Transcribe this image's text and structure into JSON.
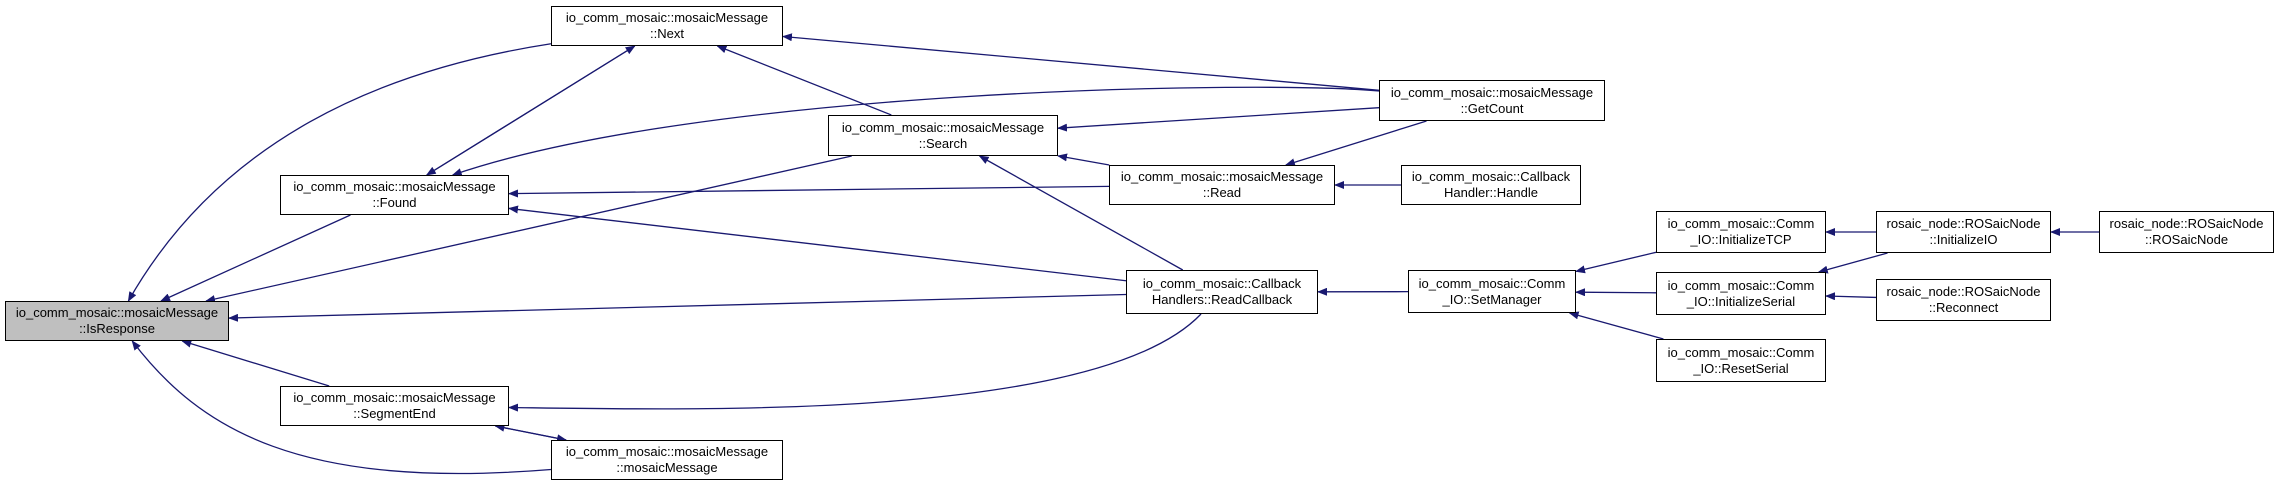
{
  "colors": {
    "edge": "#191970",
    "node_border": "#000000",
    "root_fill": "#bfbfbf",
    "node_fill": "#ffffff"
  },
  "nodes": {
    "isresponse": {
      "line1": "io_comm_mosaic::mosaicMessage",
      "line2": "::IsResponse"
    },
    "next": {
      "line1": "io_comm_mosaic::mosaicMessage",
      "line2": "::Next"
    },
    "found": {
      "line1": "io_comm_mosaic::mosaicMessage",
      "line2": "::Found"
    },
    "segmentend": {
      "line1": "io_comm_mosaic::mosaicMessage",
      "line2": "::SegmentEnd"
    },
    "mosaicmessage": {
      "line1": "io_comm_mosaic::mosaicMessage",
      "line2": "::mosaicMessage"
    },
    "search": {
      "line1": "io_comm_mosaic::mosaicMessage",
      "line2": "::Search"
    },
    "read": {
      "line1": "io_comm_mosaic::mosaicMessage",
      "line2": "::Read"
    },
    "readcallback": {
      "line1": "io_comm_mosaic::Callback",
      "line2": "Handlers::ReadCallback"
    },
    "getcount": {
      "line1": "io_comm_mosaic::mosaicMessage",
      "line2": "::GetCount"
    },
    "handle": {
      "line1": "io_comm_mosaic::Callback",
      "line2": "Handler::Handle"
    },
    "setmanager": {
      "line1": "io_comm_mosaic::Comm",
      "line2": "_IO::SetManager"
    },
    "inittcp": {
      "line1": "io_comm_mosaic::Comm",
      "line2": "_IO::InitializeTCP"
    },
    "initserial": {
      "line1": "io_comm_mosaic::Comm",
      "line2": "_IO::InitializeSerial"
    },
    "resetserial": {
      "line1": "io_comm_mosaic::Comm",
      "line2": "_IO::ResetSerial"
    },
    "initio": {
      "line1": "rosaic_node::ROSaicNode",
      "line2": "::InitializeIO"
    },
    "reconnect": {
      "line1": "rosaic_node::ROSaicNode",
      "line2": "::Reconnect"
    },
    "ctor": {
      "line1": "rosaic_node::ROSaicNode",
      "line2": "::ROSaicNode"
    }
  },
  "edges": [
    [
      "next",
      "isresponse"
    ],
    [
      "found",
      "isresponse"
    ],
    [
      "search",
      "isresponse"
    ],
    [
      "readcallback",
      "isresponse"
    ],
    [
      "segmentend",
      "isresponse"
    ],
    [
      "mosaicmessage",
      "isresponse"
    ],
    [
      "found",
      "next"
    ],
    [
      "search",
      "next"
    ],
    [
      "getcount",
      "next"
    ],
    [
      "next",
      "found"
    ],
    [
      "getcount",
      "found"
    ],
    [
      "read",
      "found"
    ],
    [
      "readcallback",
      "found"
    ],
    [
      "getcount",
      "search"
    ],
    [
      "read",
      "search"
    ],
    [
      "readcallback",
      "search"
    ],
    [
      "getcount",
      "read"
    ],
    [
      "handle",
      "read"
    ],
    [
      "setmanager",
      "readcallback"
    ],
    [
      "inittcp",
      "setmanager"
    ],
    [
      "initserial",
      "setmanager"
    ],
    [
      "resetserial",
      "setmanager"
    ],
    [
      "initio",
      "inittcp"
    ],
    [
      "initio",
      "initserial"
    ],
    [
      "reconnect",
      "initserial"
    ],
    [
      "ctor",
      "initio"
    ],
    [
      "readcallback",
      "segmentend"
    ],
    [
      "mosaicmessage",
      "segmentend"
    ],
    [
      "segmentend",
      "mosaicmessage"
    ]
  ]
}
